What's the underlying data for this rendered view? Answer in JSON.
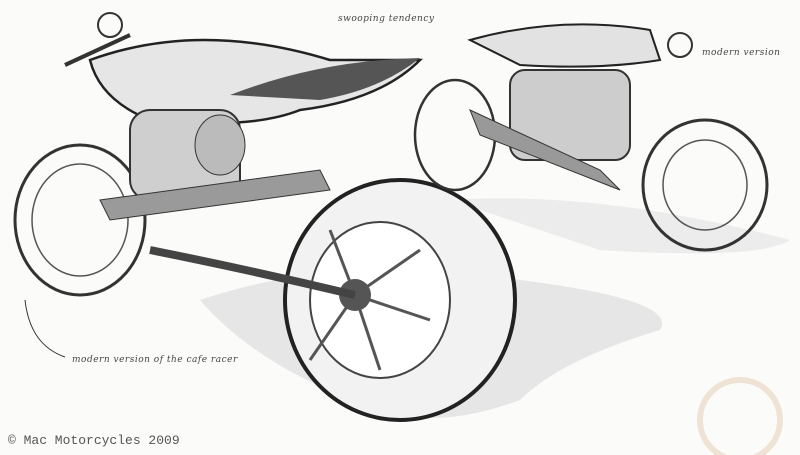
{
  "image": {
    "description": "Pencil sketch of two cafe-racer style motorcycles (rear three-quarter view left, side view right) on white paper",
    "annotations": {
      "top": "swooping tendency",
      "right": "modern version",
      "bottom_left": "modern version of the cafe racer"
    },
    "copyright": "© Mac Motorcycles 2009"
  }
}
